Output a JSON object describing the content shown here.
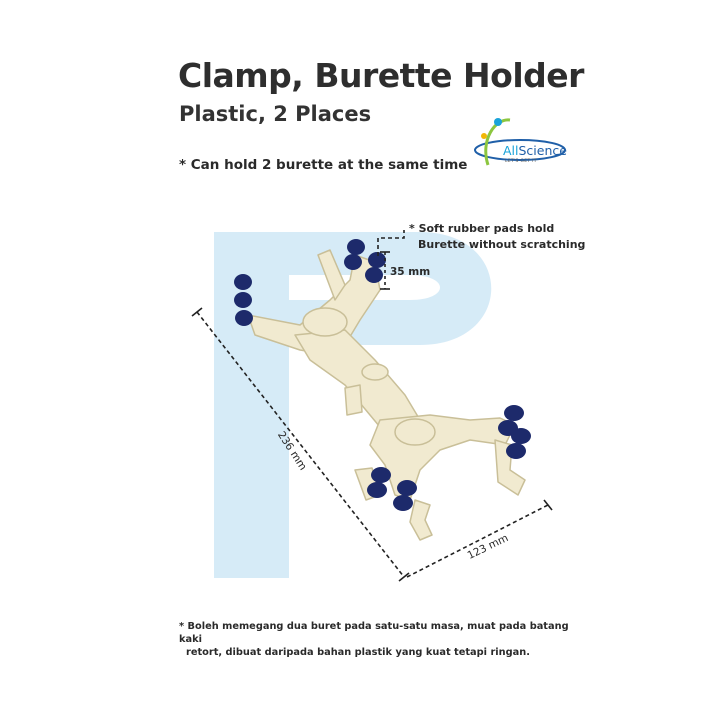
{
  "product": {
    "title": "Clamp, Burette Holder",
    "subtitle": "Plastic, 2 Places"
  },
  "notes": {
    "capacity": "* Can hold 2 burette at the same time",
    "pads_line1": "* Soft rubber pads hold",
    "pads_line2": "Burette without scratching",
    "malay_line1": "* Boleh memegang dua buret pada satu-satu masa, muat pada batang kaki",
    "malay_line2": "retort, dibuat daripada bahan plastik yang kuat tetapi ringan."
  },
  "dimensions": {
    "pad_gap": "35 mm",
    "length": "236 mm",
    "width": "123 mm"
  },
  "logo": {
    "name_prefix": "All",
    "name_rest": "Science",
    "tagline": "LET'S GET IT"
  },
  "colors": {
    "plastic": "#f1ead0",
    "rubber": "#1d2a6b",
    "watermark": "#bfe0f3",
    "brand": "#1f5fa8"
  }
}
